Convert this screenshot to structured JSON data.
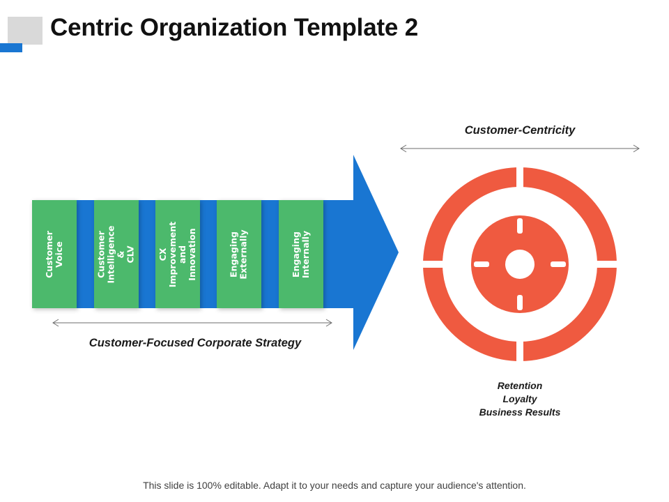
{
  "title": "Centric Organization Template 2",
  "stages": [
    {
      "label": "Customer\nVoice"
    },
    {
      "label": "Customer\nIntelligence &\nCLV"
    },
    {
      "label": "CX Improvement and\nInnovation"
    },
    {
      "label": "Engaging\nExternally"
    },
    {
      "label": "Engaging\nInternally"
    }
  ],
  "strategy_label": "Customer-Focused Corporate Strategy",
  "centricity_label": "Customer-Centricity",
  "results": [
    "Retention",
    "Loyalty",
    "Business Results"
  ],
  "footer": "This slide is 100% editable. Adapt it to your needs and capture your audience's attention.",
  "colors": {
    "arrow": "#1976d2",
    "stage": "#4cb96c",
    "target": "#ef5a40",
    "accent_gray": "#d9d9d9"
  },
  "icons": [
    "target-icon",
    "double-arrow-icon"
  ]
}
